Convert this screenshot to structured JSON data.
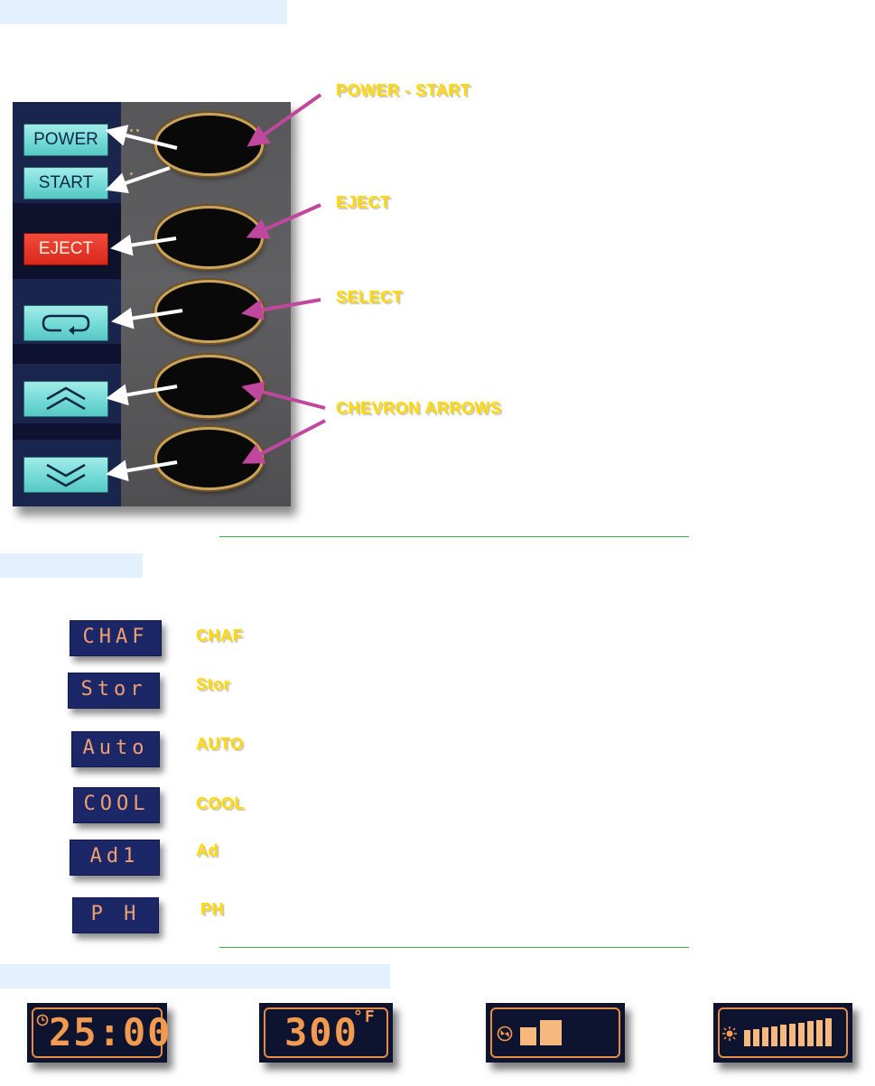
{
  "panel": {
    "buttons": {
      "power": "POWER",
      "start": "START",
      "eject": "EJECT",
      "cycle_icon": "cycle-arrow-icon",
      "up_icon": "double-chevron-up-icon",
      "down_icon": "double-chevron-down-icon"
    }
  },
  "labels": {
    "power_start": "POWER - START",
    "eject": "EJECT",
    "select": "SELECT",
    "up_down": "CHEVRON ARROWS"
  },
  "modes": [
    {
      "lcd": "CHAF",
      "label": "CHAF"
    },
    {
      "lcd": "Stor",
      "label": "Stor"
    },
    {
      "lcd": "Auto",
      "label": "AUTO"
    },
    {
      "lcd": "COOL",
      "label": "COOL"
    },
    {
      "lcd": "Ad1",
      "label": "Ad"
    },
    {
      "lcd": "P H",
      "label": "PH"
    }
  ],
  "displays": {
    "timer": "25:00",
    "temperature": "300",
    "temperature_unit": "°F",
    "fan_icon": "fan-icon",
    "fan_level": 2,
    "light_icon": "sun-icon",
    "light_level": 10
  },
  "colors": {
    "label_yellow": "#ffd900",
    "section_bar": "#e2f1fd",
    "divider": "#3cb043",
    "button_cyan": "#6fd8d4",
    "button_red": "#d7261c",
    "segment_orange": "#f29a50"
  }
}
